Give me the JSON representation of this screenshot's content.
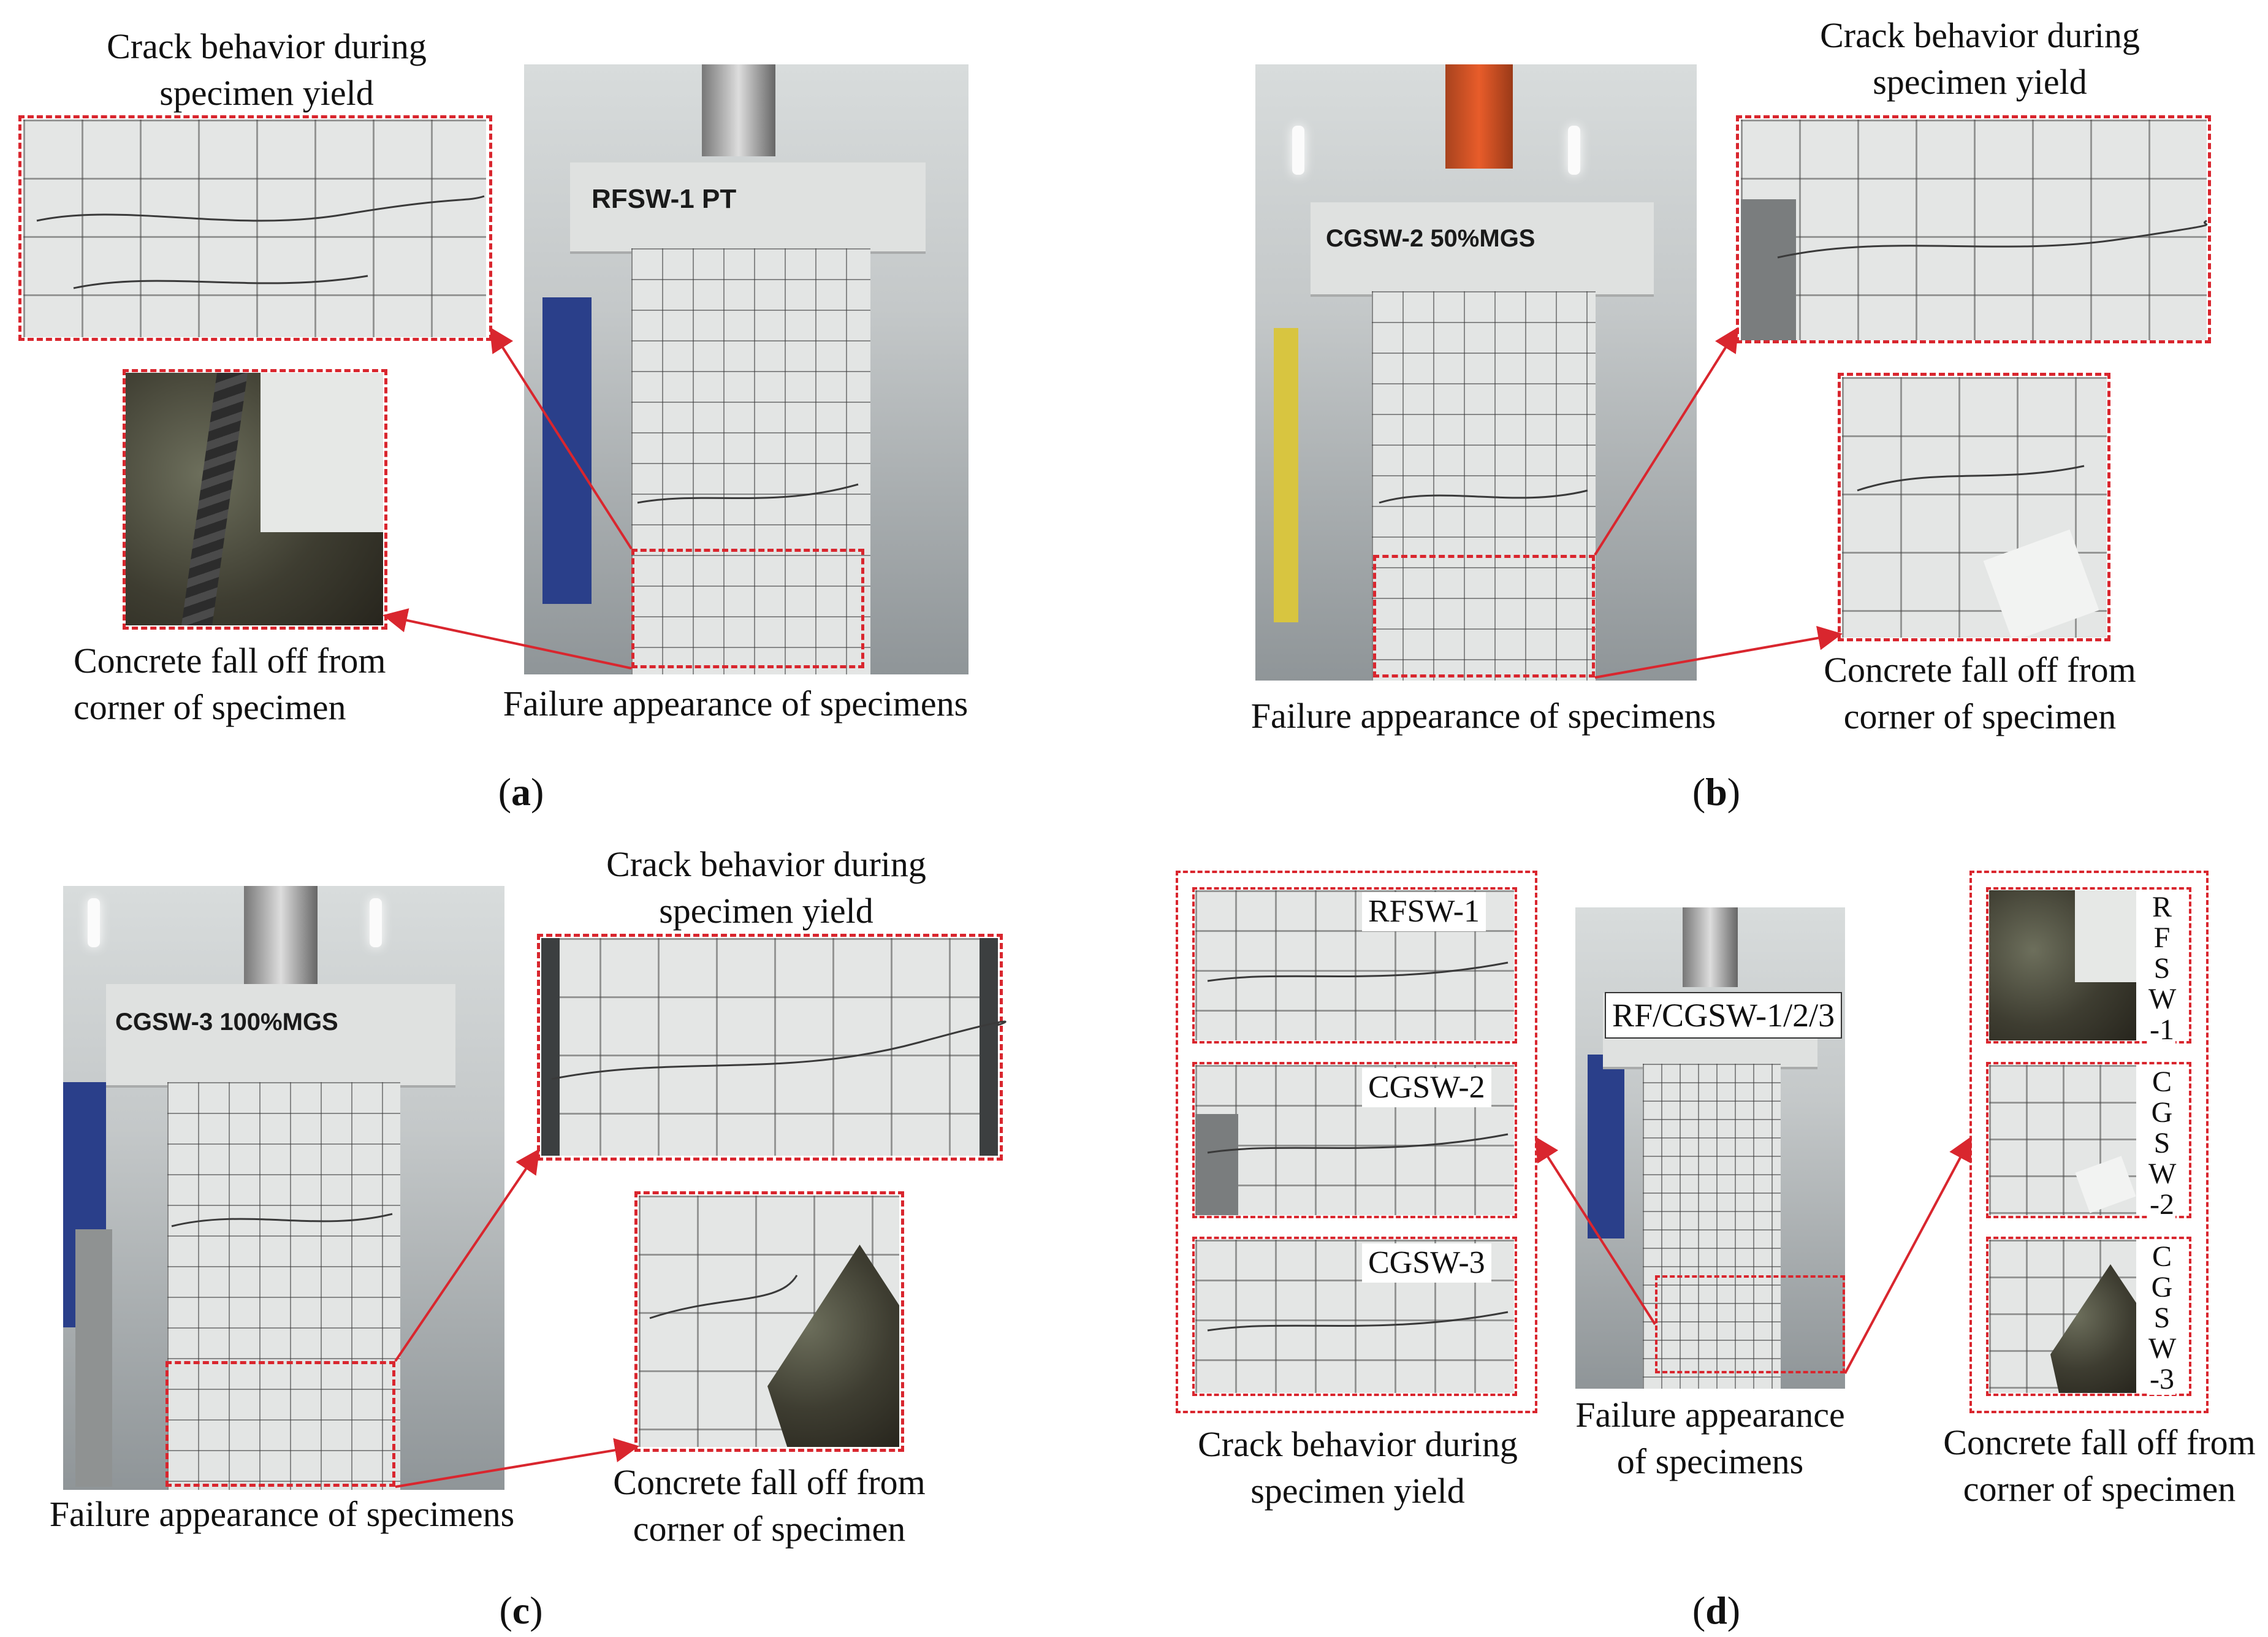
{
  "panels": {
    "a": {
      "label": "a",
      "specimen_label": "RFSW-1  PT",
      "caption_crack": [
        "Crack behavior during",
        "specimen yield"
      ],
      "caption_concrete": [
        "Concrete fall off from",
        "corner of specimen"
      ],
      "caption_failure": "Failure appearance of specimens"
    },
    "b": {
      "label": "b",
      "specimen_label": "CGSW-2  50%MGS",
      "caption_crack": [
        "Crack behavior during",
        "specimen yield"
      ],
      "caption_concrete": [
        "Concrete fall off from",
        "corner of specimen"
      ],
      "caption_failure": "Failure appearance of specimens"
    },
    "c": {
      "label": "c",
      "specimen_label": "CGSW-3  100%MGS",
      "caption_crack": [
        "Crack behavior during",
        "specimen yield"
      ],
      "caption_concrete": [
        "Concrete fall off from",
        "corner of specimen"
      ],
      "caption_failure": "Failure appearance of specimens"
    },
    "d": {
      "label": "d",
      "specimen_label": "RF/CGSW-1/2/3",
      "crack_tags": [
        "RFSW-1",
        "CGSW-2",
        "CGSW-3"
      ],
      "corner_tags": [
        [
          "R",
          "F",
          "S",
          "W",
          "-1"
        ],
        [
          "C",
          "G",
          "S",
          "W",
          "-2"
        ],
        [
          "C",
          "G",
          "S",
          "W",
          "-3"
        ]
      ],
      "caption_crack": [
        "Crack behavior during",
        "specimen yield"
      ],
      "caption_failure": [
        "Failure appearance",
        "of specimens"
      ],
      "caption_concrete": [
        "Concrete fall off from",
        "corner of specimen"
      ]
    }
  },
  "colors": {
    "highlight": "#d9262e",
    "background": "#ffffff"
  }
}
